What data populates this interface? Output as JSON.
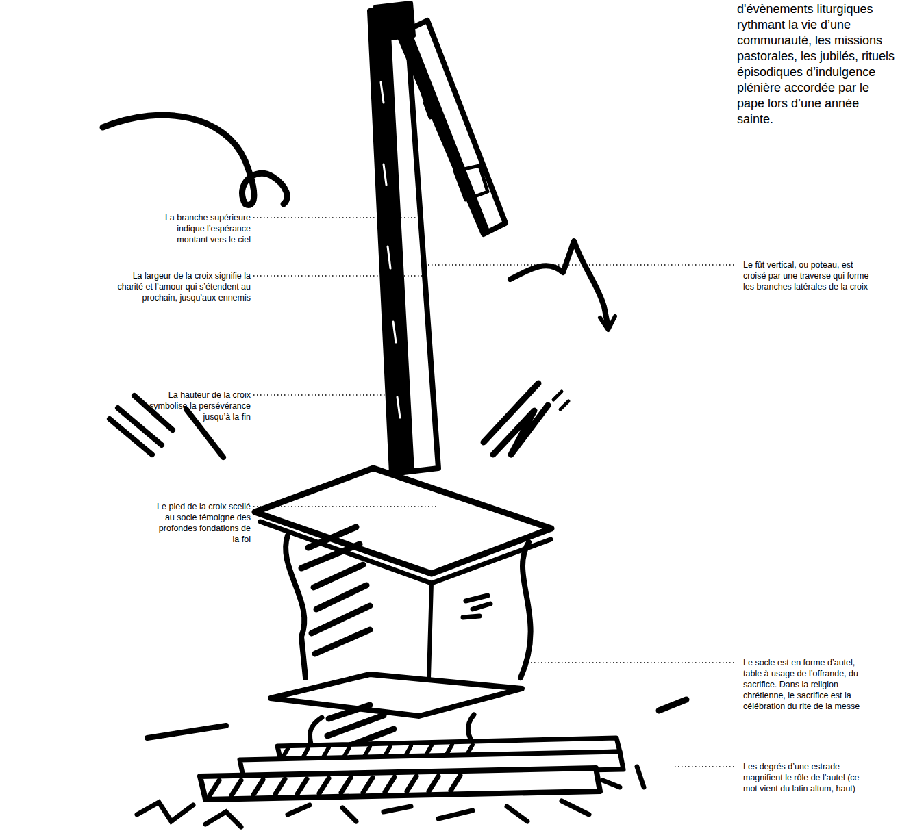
{
  "diagram": {
    "labels": [
      "La branche supérieure indique l’espérance montant vers le ciel",
      "La largeur de la croix signifie la charité et l’amour qui s’étendent au prochain, jusqu’aux ennemis",
      "La hauteur de la croix symbolise la persévérance jusqu’à la fin",
      "Le pied de la croix scellé au socle témoigne des profondes fondations de la foi",
      "Le fût vertical, ou poteau, est croisé par une traverse qui forme les branches latérales de la croix",
      "Le socle est en forme d’autel, table à usage de l’offrande, du sacrifice. Dans la religion chrétienne, le sacrifice est la célébration du rite de la messe",
      "Les degrés d’une estrade magnifient le rôle de l’autel (ce mot vient du latin altum, haut)",
      "d'évènements liturgiques rythmant la vie d’une communauté, les missions pastorales, les jubilés, rituels épisodiques d’indulgence plénière accordée par le pape lors d’une année sainte."
    ]
  }
}
